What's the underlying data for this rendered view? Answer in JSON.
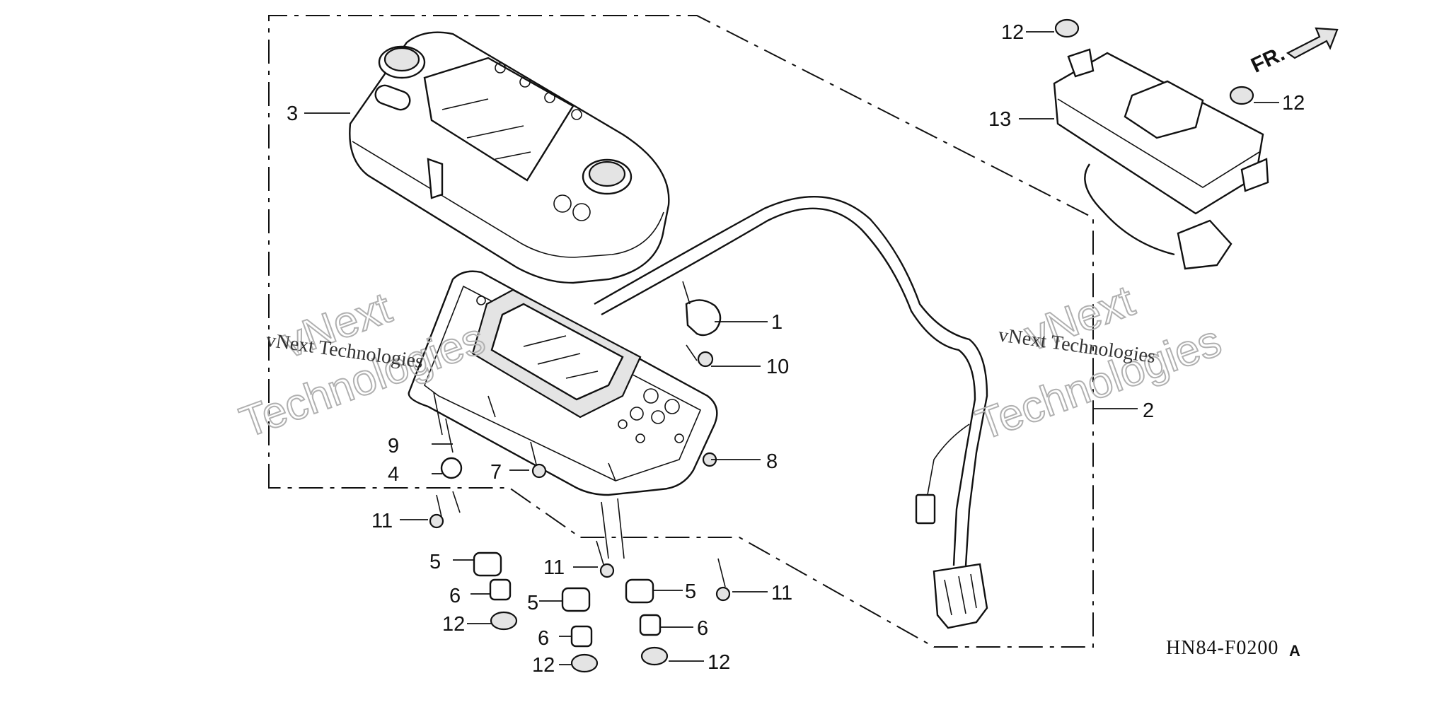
{
  "diagram_code": "HN84-F0200",
  "diagram_code_suffix": "A",
  "front_marker": "FR.",
  "watermark": {
    "small_text": "vNext Technologies",
    "large_line1": "vNext",
    "large_line2": "Technologies"
  },
  "callouts": [
    {
      "id": "c1",
      "label": "1"
    },
    {
      "id": "c2",
      "label": "2"
    },
    {
      "id": "c3",
      "label": "3"
    },
    {
      "id": "c4",
      "label": "4"
    },
    {
      "id": "c5a",
      "label": "5"
    },
    {
      "id": "c5b",
      "label": "5"
    },
    {
      "id": "c5c",
      "label": "5"
    },
    {
      "id": "c6a",
      "label": "6"
    },
    {
      "id": "c6b",
      "label": "6"
    },
    {
      "id": "c6c",
      "label": "6"
    },
    {
      "id": "c7",
      "label": "7"
    },
    {
      "id": "c8",
      "label": "8"
    },
    {
      "id": "c9",
      "label": "9"
    },
    {
      "id": "c10",
      "label": "10"
    },
    {
      "id": "c11a",
      "label": "11"
    },
    {
      "id": "c11b",
      "label": "11"
    },
    {
      "id": "c11c",
      "label": "11"
    },
    {
      "id": "c12a",
      "label": "12"
    },
    {
      "id": "c12b",
      "label": "12"
    },
    {
      "id": "c12c",
      "label": "12"
    },
    {
      "id": "c12d",
      "label": "12"
    },
    {
      "id": "c12e",
      "label": "12"
    },
    {
      "id": "c13",
      "label": "13"
    }
  ],
  "colors": {
    "line": "#111111",
    "background": "#ffffff",
    "watermark": "#b0b0b0"
  }
}
